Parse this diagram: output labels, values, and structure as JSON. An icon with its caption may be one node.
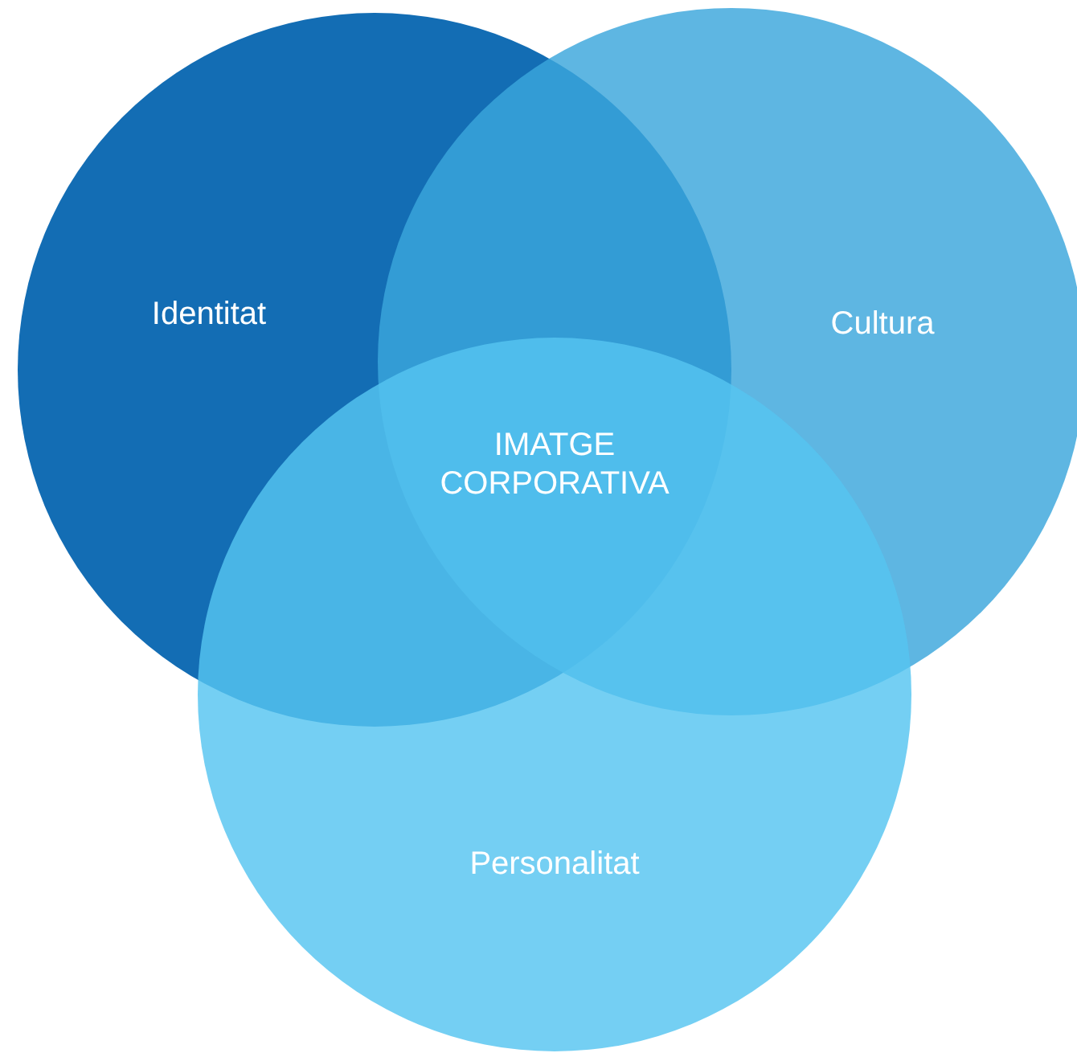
{
  "diagram": {
    "nodes": [
      {
        "text": [
          "Identitat"
        ]
      },
      {
        "text": [
          "Cultura"
        ]
      },
      {
        "text": [
          "Personalitat"
        ]
      }
    ],
    "labels": [
      "IMATGE CORPORATIVA"
    ]
  }
}
